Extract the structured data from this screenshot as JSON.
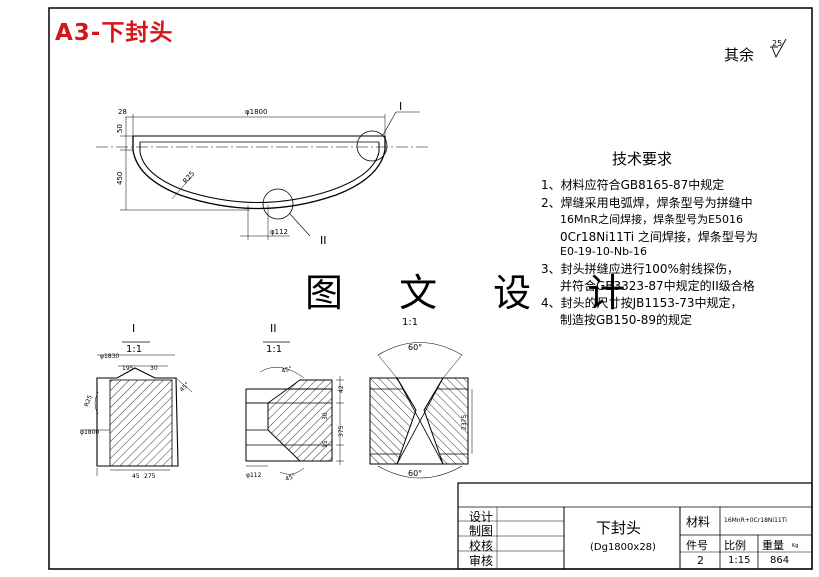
{
  "sheet_label": "A3-下封头",
  "surface_note": "其余",
  "roughness_value": "25",
  "watermark": "图 文 设 计",
  "tech": {
    "title": "技术要求",
    "lines": [
      "1、材料应符合GB8165-87中规定",
      "2、焊缝采用电弧焊，焊条型号为拼缝中",
      "16MnR之间焊接，焊条型号为E5016",
      "0Cr18Ni11Ti 之间焊接，焊条型号为",
      "E0-19-10-Nb-16",
      "3、封头拼缝应进行100%射线探伤，",
      "并符合GB3323-87中规定的II级合格",
      "4、封头的尺寸按JB1153-73中规定，",
      "制造按GB150-89的规定"
    ]
  },
  "main_view": {
    "dims": {
      "top_thickness": "28",
      "diameter": "φ1800",
      "straight": "50",
      "height": "450",
      "radius": "R25",
      "bottom": "φ112"
    },
    "callouts": [
      "I",
      "II"
    ]
  },
  "detail_i": {
    "label": "I",
    "scale": "1:1",
    "dims": [
      "φ1830",
      "195",
      "30",
      "φ1800",
      "45°",
      "R25",
      "45",
      "275"
    ]
  },
  "detail_ii": {
    "label": "II",
    "scale": "1:1",
    "dims": [
      "45°",
      "42",
      "30",
      "375",
      "15",
      "φ112",
      "45°"
    ]
  },
  "detail_iii": {
    "label": "1:1",
    "dims": [
      "60°",
      "60°",
      "2375"
    ]
  },
  "title_block": {
    "rows": [
      "设计",
      "制图",
      "校核",
      "审核"
    ],
    "part_name": "下封头",
    "spec": "(Dg1800x28)",
    "material_label": "材料",
    "material_value": "16MnR+0Cr18Ni11Ti",
    "part_no_label": "件号",
    "scale_label": "比例",
    "weight_label": "重量",
    "weight_unit": "Kg",
    "part_no": "2",
    "scale": "1:15",
    "weight": "864"
  }
}
